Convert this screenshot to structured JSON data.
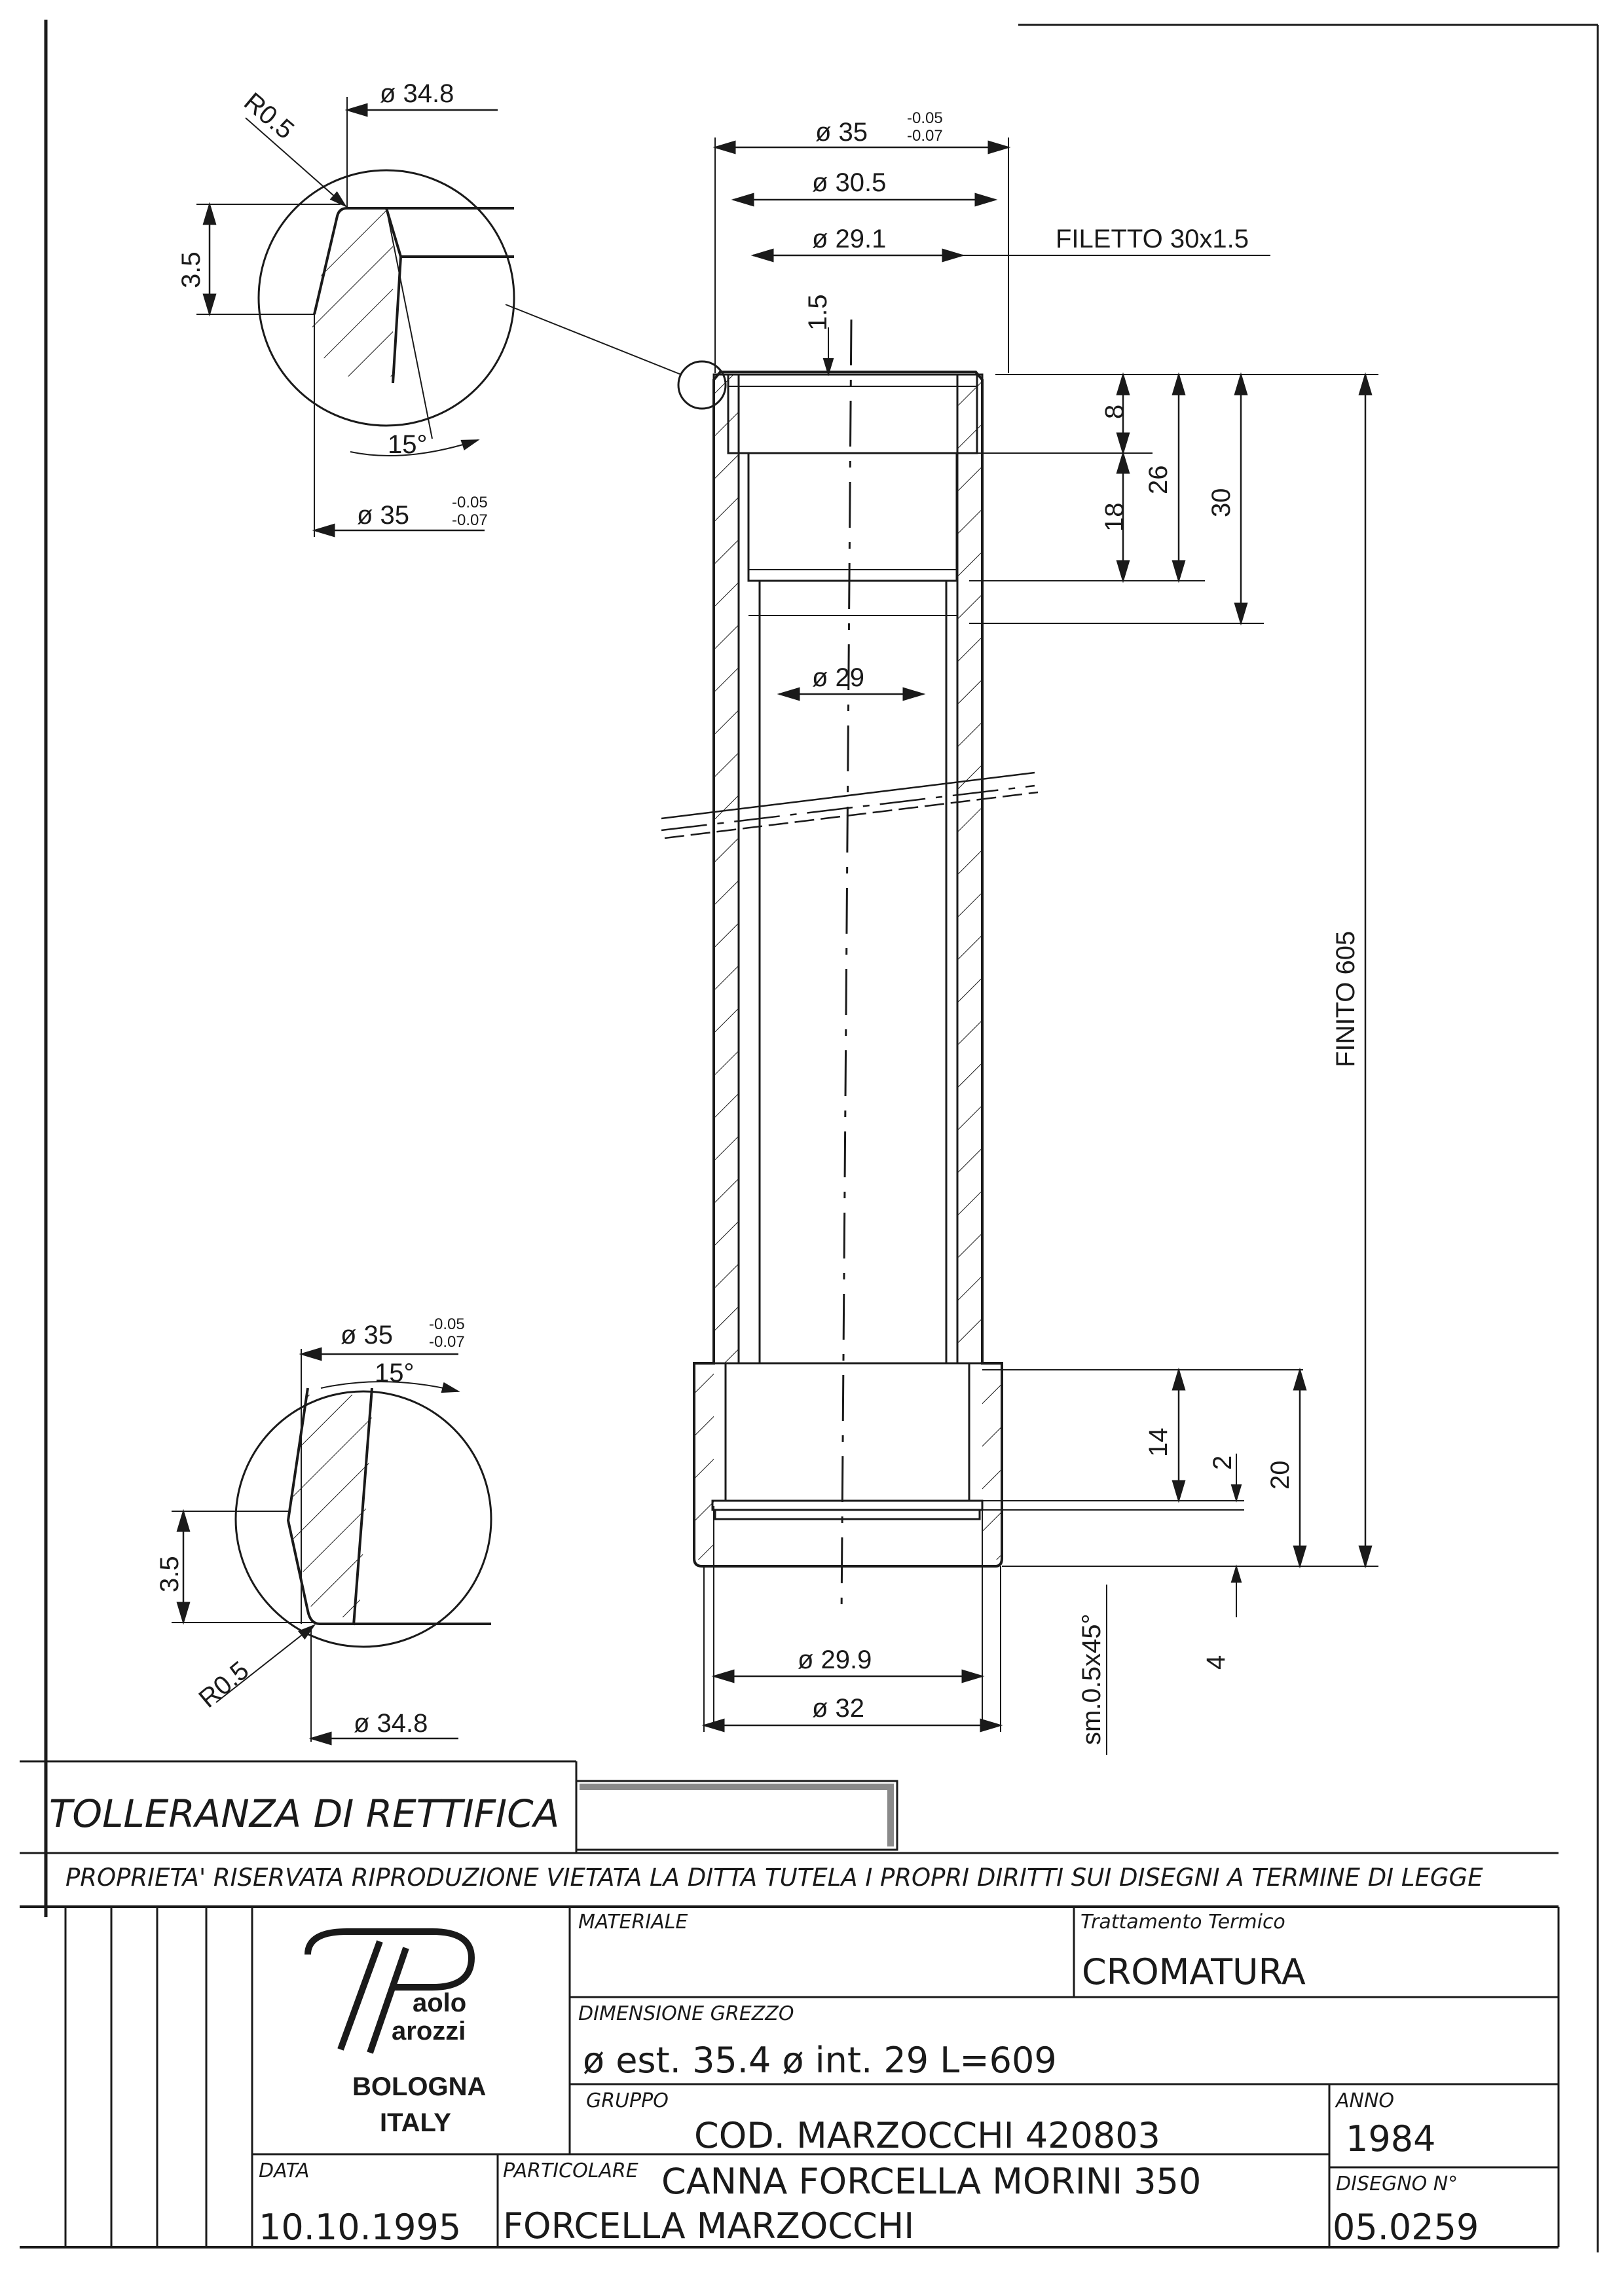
{
  "dimensions": {
    "outer_diameter_label": "ø 35",
    "outer_diameter_tol_upper": "-0.05",
    "outer_diameter_tol_lower": "-0.07",
    "diameter_30_5": "ø 30.5",
    "diameter_29_1": "ø 29.1",
    "thread_label": "FILETTO 30x1.5",
    "depth_1_5": "1.5",
    "len_8": "8",
    "len_18": "18",
    "len_26": "26",
    "len_30": "30",
    "bore_29": "ø 29",
    "finished_length": "FINITO 605",
    "len_14": "14",
    "len_2": "2",
    "len_20": "20",
    "len_4": "4",
    "diameter_29_9": "ø 29.9",
    "diameter_32": "ø 32",
    "chamfer_note": "sm.0.5x45°"
  },
  "detail_top": {
    "diameter": "ø 34.8",
    "radius": "R0.5",
    "height": "3.5",
    "angle": "15°",
    "outer_diameter": "ø 35",
    "tol_upper": "-0.05",
    "tol_lower": "-0.07"
  },
  "detail_bottom": {
    "outer_diameter": "ø 35",
    "tol_upper": "-0.05",
    "tol_lower": "-0.07",
    "angle": "15°",
    "height": "3.5",
    "radius": "R0.5",
    "diameter": "ø 34.8"
  },
  "tolerance_title": "TOLLERANZA DI RETTIFICA",
  "notice": "PROPRIETA' RISERVATA RIPRODUZIONE VIETATA LA DITTA TUTELA I PROPRI DIRITTI SUI DISEGNI A TERMINE DI LEGGE",
  "title_block": {
    "logo_line1": "aolo",
    "logo_line2": "arozzi",
    "city": "BOLOGNA",
    "country": "ITALY",
    "materiale_label": "MATERIALE",
    "materiale_value": "",
    "trattamento_label": "Trattamento Termico",
    "trattamento_value": "CROMATURA",
    "dimensione_label": "DIMENSIONE GREZZO",
    "dimensione_value": "ø  est.  35.4  ø  int.  29    L=609",
    "gruppo_label": "GRUPPO",
    "gruppo_value": "COD.  MARZOCCHI  420803",
    "anno_label": "ANNO",
    "anno_value": "1984",
    "data_label": "DATA",
    "data_value": "10.10.1995",
    "particolare_label": "PARTICOLARE",
    "particolare_value": "CANNA  FORCELLA  MORINI  350",
    "particolare_value2": "FORCELLA  MARZOCCHI",
    "disegno_label": "DISEGNO N°",
    "disegno_value": "05.0259"
  },
  "colors": {
    "ink": "#1a1a1a",
    "paper": "#ffffff"
  }
}
